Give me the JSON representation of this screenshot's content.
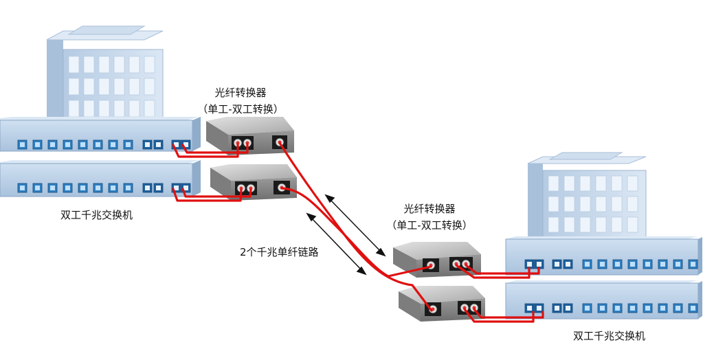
{
  "labels": {
    "converter_top_line1": "光纤转换器",
    "converter_top_line2": "（单工-双工转换）",
    "switch_left": "双工千兆交换机",
    "link": "2个千兆单纤链路",
    "converter_right_line1": "光纤转换器",
    "converter_right_line2": "（单工-双工转换）",
    "switch_right": "双工千兆交换机"
  },
  "colors": {
    "fiber": "#e01010",
    "switch_body": "#bcd3ea",
    "switch_top": "#d9e7f5",
    "port": "#2f7fc0",
    "converter_body": "#8a8a8a",
    "converter_top": "#c8c8c8",
    "building": "#c7d9ec",
    "window": "#eef4fb"
  },
  "icons": {
    "building": "building-icon",
    "switch": "network-switch-icon",
    "converter": "media-converter-icon",
    "link_arrow": "double-arrow-icon"
  }
}
